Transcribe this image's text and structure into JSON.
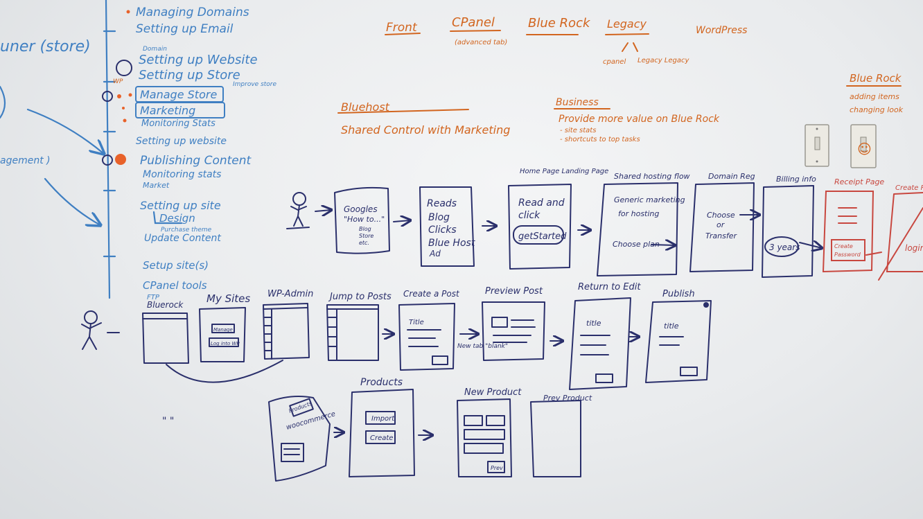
{
  "left_panel": {
    "owner_label": "uner (store)",
    "agreement_label": "agement )",
    "timeline_items": [
      "Managing Domains",
      "Setting up Email",
      "Domain",
      "Setting up Website",
      "Setting up Store",
      "Manage Store",
      "Marketing",
      "Monitoring Stats",
      "Setting up website",
      "Publishing Content",
      "Monitoring stats",
      "Market",
      "Setting up site",
      "Design",
      "Purchase theme",
      "Update Content",
      "Setup site(s)",
      "CPanel tools",
      "FTP"
    ],
    "improve_store_note": "Improve store",
    "wp_note": "WP"
  },
  "header": {
    "front": "Front",
    "cpanel": "CPanel",
    "cpanel_sub": "(advanced tab)",
    "bluerock": "Blue Rock",
    "legacy": "Legacy",
    "legacy_sub_a": "cpanel",
    "legacy_sub_b": "Legacy Legacy",
    "wordpress": "WordPress"
  },
  "notes": {
    "bluehost_title": "Bluehost",
    "bluehost_body": "Shared Control with Marketing",
    "business_title": "Business",
    "business_body": "Provide more value on Blue Rock",
    "business_bullets": [
      "- site stats",
      "- shortcuts to top tasks"
    ],
    "bluerock_title": "Blue Rock",
    "bluerock_bullets": [
      "adding items",
      "changing look"
    ]
  },
  "flow_row1": {
    "frames": [
      {
        "title": "",
        "lines": [
          "Googles",
          "\"How to...\"",
          "Blog",
          "Store",
          "etc."
        ]
      },
      {
        "title": "",
        "lines": [
          "Reads",
          "Blog",
          "Clicks",
          "Blue Host",
          "Ad"
        ]
      },
      {
        "title": "Home Page Landing Page",
        "lines": [
          "Read and",
          "click",
          "getStarted"
        ]
      },
      {
        "title": "Shared hosting flow",
        "lines": [
          "Generic marketing",
          "for hosting",
          "Choose plan"
        ]
      },
      {
        "title": "Domain Reg",
        "lines": [
          "Choose",
          "or",
          "Transfer"
        ]
      },
      {
        "title": "Billing info",
        "lines": [
          "3 years"
        ]
      },
      {
        "title": "Receipt Page",
        "lines": [
          "Create",
          "Password"
        ]
      },
      {
        "title": "Create Post",
        "lines": [
          "login"
        ]
      }
    ]
  },
  "flow_row2": {
    "frames": [
      {
        "title": "Bluerock"
      },
      {
        "title": "My Sites",
        "buttons": [
          "Manage",
          "Log into WP"
        ]
      },
      {
        "title": "WP-Admin"
      },
      {
        "title": "Jump to Posts"
      },
      {
        "title": "Create a Post",
        "lines": [
          "Title"
        ]
      },
      {
        "title": "Preview Post"
      },
      {
        "title": "Return to Edit",
        "lines": [
          "title"
        ]
      },
      {
        "title": "Publish",
        "lines": [
          "title"
        ]
      }
    ],
    "new_tab_note": "New tab \"blank\""
  },
  "flow_row3": {
    "frames": [
      {
        "title": "",
        "lines": [
          "woocommerce",
          "Products"
        ]
      },
      {
        "title": "Products",
        "buttons": [
          "Import",
          "Create"
        ]
      },
      {
        "title": "New Product",
        "buttons": [
          "Prev"
        ]
      },
      {
        "title": "Prev Product"
      }
    ],
    "quote_marks": "\"    \""
  },
  "wall": {
    "switch_label": "",
    "smiley": "☺"
  }
}
